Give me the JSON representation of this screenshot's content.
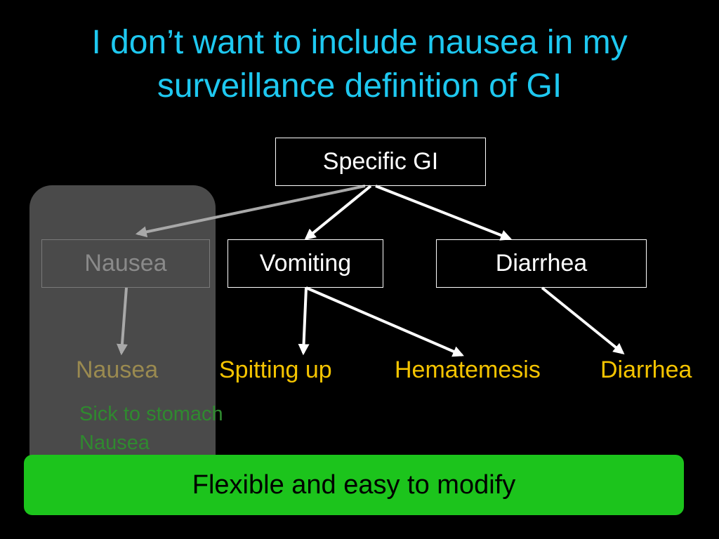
{
  "slide": {
    "title": "I don’t want to include nausea in my surveillance definition of GI",
    "banner": "Flexible and easy to modify"
  },
  "diagram": {
    "root": {
      "label": "Specific GI"
    },
    "categories": [
      {
        "id": "nausea",
        "label": "Nausea",
        "excluded": true
      },
      {
        "id": "vomiting",
        "label": "Vomiting",
        "excluded": false
      },
      {
        "id": "diarrhea",
        "label": "Diarrhea",
        "excluded": false
      }
    ],
    "leaves": [
      {
        "id": "nausea-leaf",
        "label": "Nausea",
        "parent": "nausea",
        "excluded": true
      },
      {
        "id": "spitting-up",
        "label": "Spitting up",
        "parent": "vomiting",
        "excluded": false
      },
      {
        "id": "hematemesis",
        "label": "Hematemesis",
        "parent": "vomiting",
        "excluded": false
      },
      {
        "id": "diarrhea-leaf",
        "label": "Diarrhea",
        "parent": "diarrhea",
        "excluded": false
      }
    ],
    "synonyms": [
      "Sick to stomach",
      "Nausea"
    ]
  },
  "colors": {
    "background": "#000000",
    "title": "#1ec8f0",
    "box_border": "#ffffff",
    "box_text": "#ffffff",
    "excluded_text": "#8a8a8a",
    "excluded_arrow": "#a8a8a8",
    "leaf_text": "#f5c400",
    "excluded_leaf_text": "#9a8a50",
    "synonym_text": "#2f8a2f",
    "shade": "#4a4a4a",
    "banner": "#1cc41c"
  }
}
